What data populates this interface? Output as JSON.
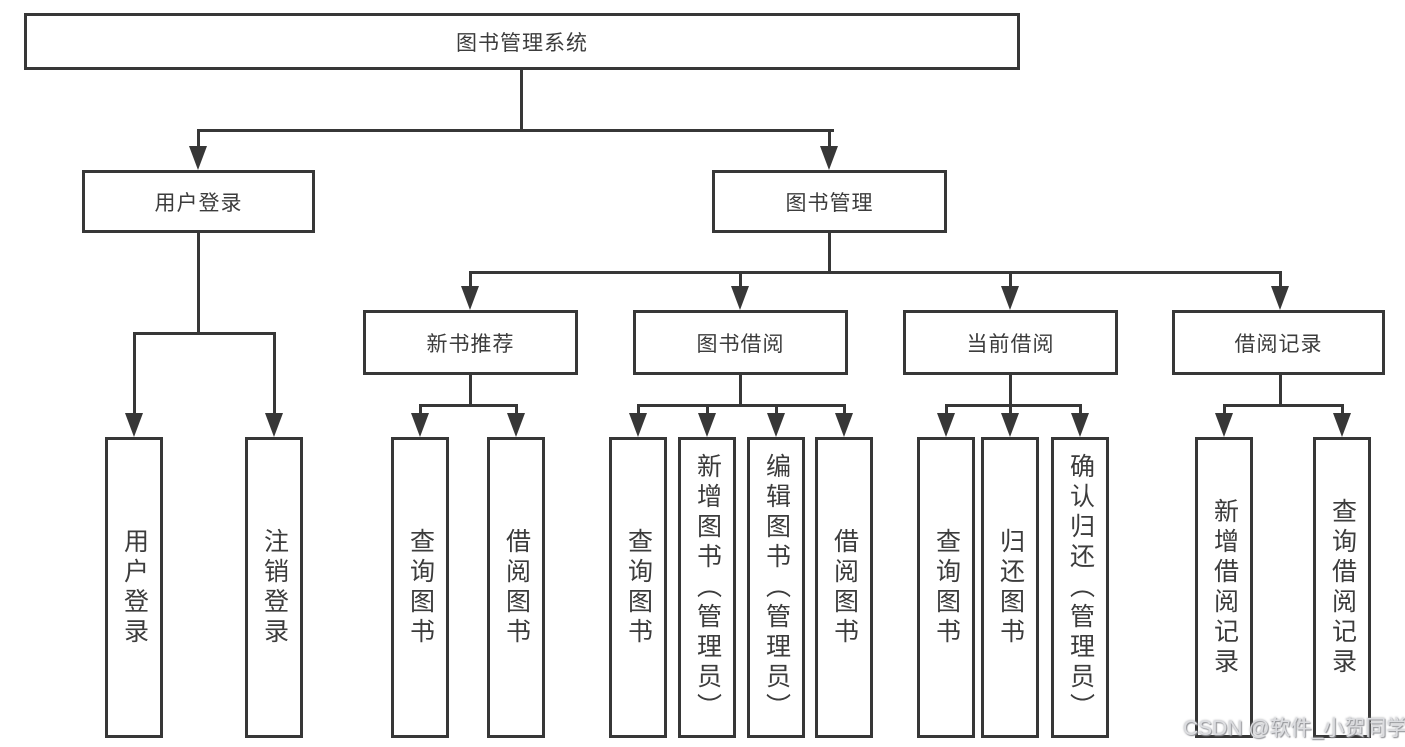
{
  "diagram": {
    "title": "图书管理系统",
    "root": {
      "label": "图书管理系统"
    },
    "level2": [
      {
        "label": "用户登录"
      },
      {
        "label": "图书管理"
      }
    ],
    "level3": [
      {
        "label": "新书推荐"
      },
      {
        "label": "图书借阅"
      },
      {
        "label": "当前借阅"
      },
      {
        "label": "借阅记录"
      }
    ],
    "leaves": {
      "user_login": [
        "用户登录",
        "注销登录"
      ],
      "new_book": [
        "查询图书",
        "借阅图书"
      ],
      "book_borrow": [
        "查询图书",
        "新增图书（管理员）",
        "编辑图书（管理员）",
        "借阅图书"
      ],
      "current_borrow": [
        "查询图书",
        "归还图书",
        "确认归还（管理员）"
      ],
      "borrow_record": [
        "新增借阅记录",
        "查询借阅记录"
      ]
    },
    "colors": {
      "line": "#373737",
      "text": "#3c3c3c",
      "background": "#ffffff"
    },
    "watermark": "CSDN @软件_小贺同学"
  }
}
